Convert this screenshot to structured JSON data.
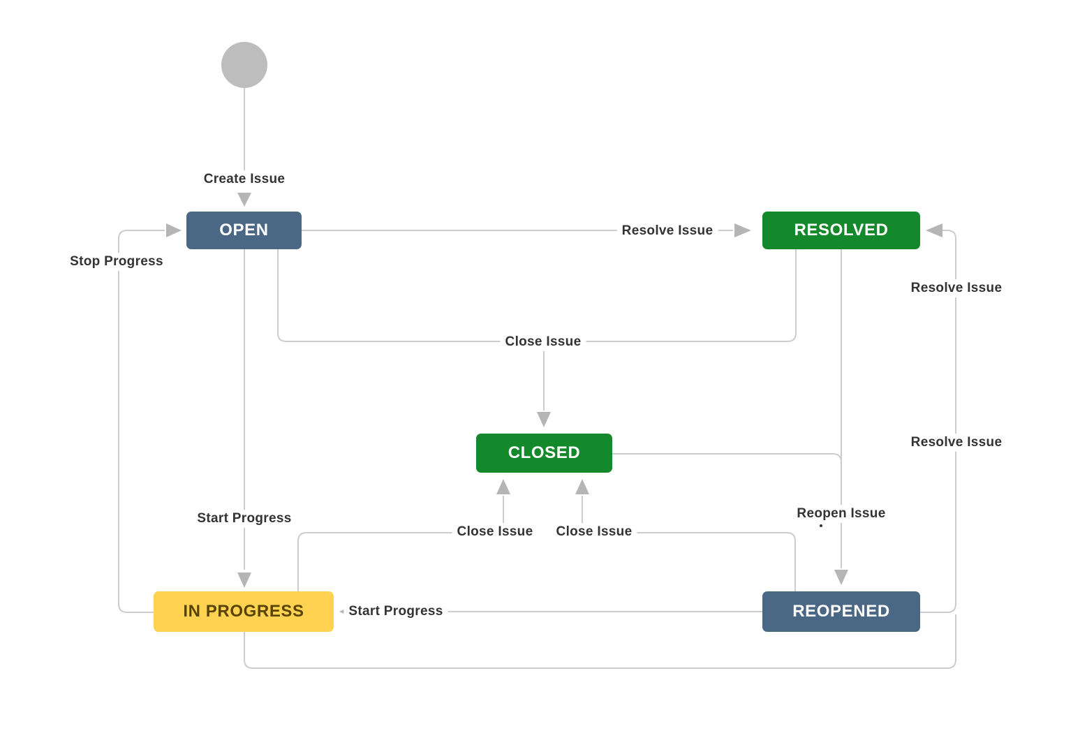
{
  "diagram": {
    "type": "workflow-state-diagram",
    "nodes": [
      {
        "id": "open",
        "label": "OPEN",
        "bg": "#4A6785",
        "fg": "#FFFFFF"
      },
      {
        "id": "resolved",
        "label": "RESOLVED",
        "bg": "#14892C",
        "fg": "#FFFFFF"
      },
      {
        "id": "closed",
        "label": "CLOSED",
        "bg": "#14892C",
        "fg": "#FFFFFF"
      },
      {
        "id": "in_progress",
        "label": "IN PROGRESS",
        "bg": "#FFD351",
        "fg": "#594300"
      },
      {
        "id": "reopened",
        "label": "REOPENED",
        "bg": "#4A6785",
        "fg": "#FFFFFF"
      }
    ],
    "edge_labels": {
      "create_issue": "Create Issue",
      "resolve_issue_open_to_resolved": "Resolve Issue",
      "stop_progress": "Stop Progress",
      "close_issue_to_closed": "Close Issue",
      "resolve_issue_reopened_to_resolved": "Resolve Issue",
      "resolve_issue_in_progress_to_resolved": "Resolve Issue",
      "reopen_issue": "Reopen Issue",
      "start_progress_open_to_in_progress": "Start Progress",
      "close_issue_from_in_progress": "Close Issue",
      "close_issue_from_reopened": "Close Issue",
      "start_progress_reopened_to_in_progress": "Start Progress"
    },
    "colors": {
      "connector": "#CCCCCC",
      "arrowhead": "#B5B5B5",
      "start_node": "#BDBDBD",
      "label_text": "#333333",
      "canvas_bg": "#FFFFFF"
    }
  }
}
